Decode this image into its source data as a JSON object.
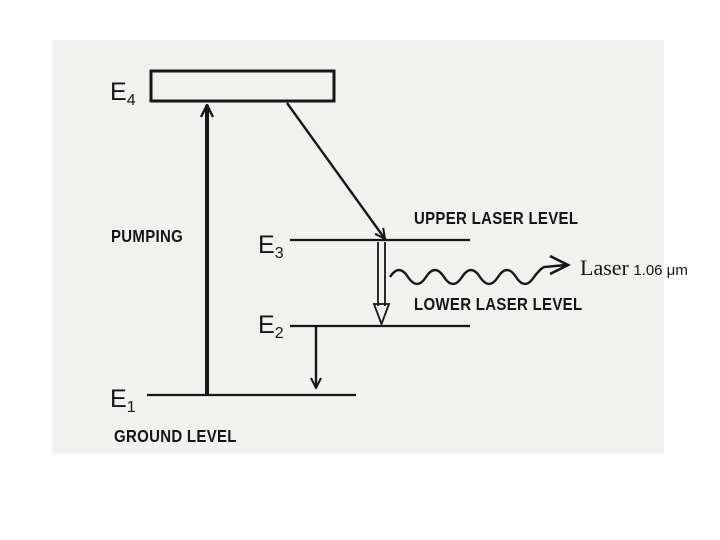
{
  "levels": {
    "e4": {
      "name": "E",
      "sub": "4"
    },
    "e3": {
      "name": "E",
      "sub": "3"
    },
    "e2": {
      "name": "E",
      "sub": "2"
    },
    "e1": {
      "name": "E",
      "sub": "1"
    }
  },
  "labels": {
    "pumping": "PUMPING",
    "upper_laser_level": "UPPER  LASER LEVEL",
    "lower_laser_level": "LOWER LASER LEVEL",
    "ground_level": "GROUND LEVEL"
  },
  "emission": {
    "word": "Laser",
    "wavelength": "1.06 μm"
  }
}
